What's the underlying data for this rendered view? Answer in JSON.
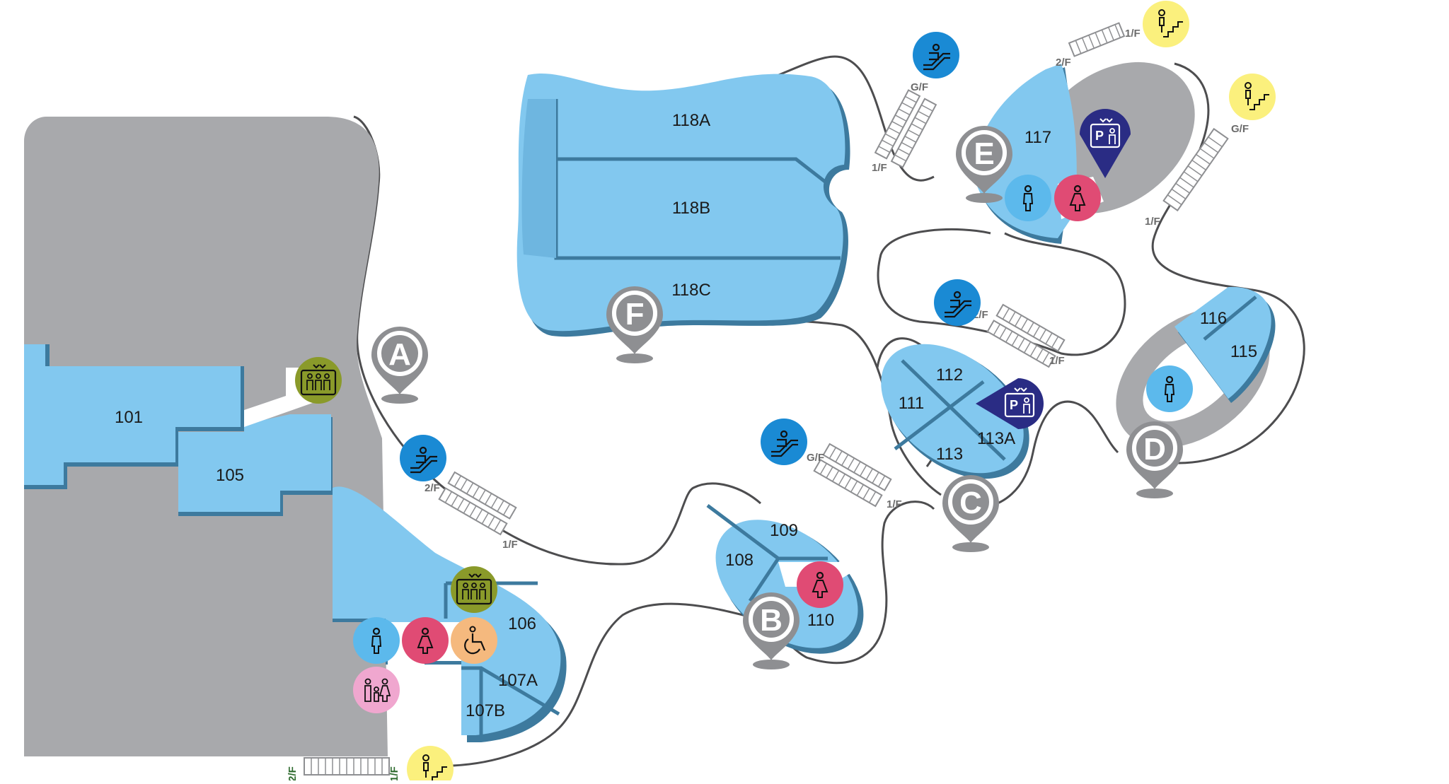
{
  "map": {
    "rooms": {
      "r101": "101",
      "r105": "105",
      "r106": "106",
      "r107A": "107A",
      "r107B": "107B",
      "r108": "108",
      "r109": "109",
      "r110": "110",
      "r111": "111",
      "r112": "112",
      "r113": "113",
      "r113A": "113A",
      "r115": "115",
      "r116": "116",
      "r117": "117",
      "r118A": "118A",
      "r118B": "118B",
      "r118C": "118C"
    },
    "zones": {
      "A": "A",
      "B": "B",
      "C": "C",
      "D": "D",
      "E": "E",
      "F": "F"
    },
    "floor_tags": {
      "esc_a_upper": "2/F",
      "esc_a_lower": "1/F",
      "esc_b_upper": "G/F",
      "esc_b_lower": "1/F",
      "esc_c_upper": "2/F",
      "esc_c_lower": "1/F",
      "esc_e_upper": "G/F",
      "esc_e_lower": "1/F",
      "stair_ne_upper": "2/F",
      "stair_ne_lower": "1/F",
      "stair_e_upper": "G/F",
      "stair_e_lower": "1/F",
      "stair_sw_left": "2/F",
      "stair_sw_right": "1/F"
    },
    "colors": {
      "room_fill": "#82c8ef",
      "room_shadow": "#3d7a9e",
      "building_gray": "#a8a9ac",
      "pin_gray": "#8e8f92",
      "escalator_blue": "#1a8ad4",
      "lift_olive": "#8a9a2a",
      "male_blue": "#5cb9ec",
      "female_pink": "#e04b74",
      "accessible_orange": "#f5b97e",
      "family_pink": "#f0a7cf",
      "stairs_yellow": "#fbf07d",
      "parking_navy": "#2a2c84"
    },
    "icons": [
      "escalator-icon",
      "lift-icon",
      "male-toilet-icon",
      "female-toilet-icon",
      "accessible-toilet-icon",
      "family-room-icon",
      "staircase-icon",
      "parking-lift-icon",
      "location-pin-icon"
    ]
  }
}
